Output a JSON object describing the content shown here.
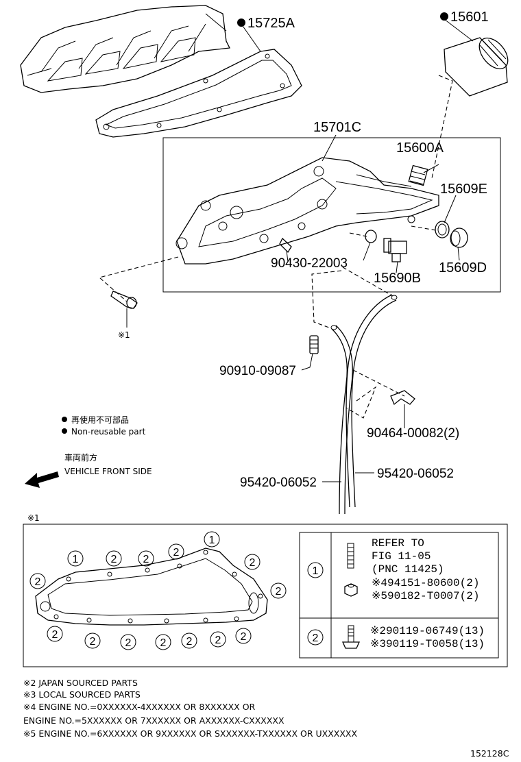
{
  "parts": {
    "p15725A": "15725A",
    "p15601": "15601",
    "p15701C": "15701C",
    "p15600A": "15600A",
    "p15609E": "15609E",
    "p15609D": "15609D",
    "p15690B": "15690B",
    "p90430": "90430-22003",
    "p90910": "90910-09087",
    "p90464": "90464-00082(2)",
    "p95420a": "95420-06052",
    "p95420b": "95420-06052",
    "ref1": "※1"
  },
  "legend": {
    "jp": "再使用不可部品",
    "en": "Non-reusable part"
  },
  "front": {
    "jp": "車両前方",
    "en": "VEHICLE FRONT SIDE"
  },
  "detail": {
    "label": "※1",
    "circle1": "1",
    "circle2": "2",
    "row1_lines": [
      "REFER TO",
      "FIG 11-05",
      "(PNC 11425)",
      "※494151-80600(2)",
      "※590182-T0007(2)"
    ],
    "row2_lines": [
      "※290119-06749(13)",
      "※390119-T0058(13)"
    ]
  },
  "notes": [
    "※2 JAPAN SOURCED PARTS",
    "※3 LOCAL SOURCED PARTS",
    "※4 ENGINE NO.=0XXXXXX-4XXXXXX OR 8XXXXXX OR",
    "ENGINE NO.=5XXXXXX OR 7XXXXXX OR AXXXXXX-CXXXXXX",
    "※5 ENGINE NO.=6XXXXXX OR 9XXXXXX OR SXXXXXX-TXXXXXX OR UXXXXXX"
  ],
  "figure_id": "152128C"
}
